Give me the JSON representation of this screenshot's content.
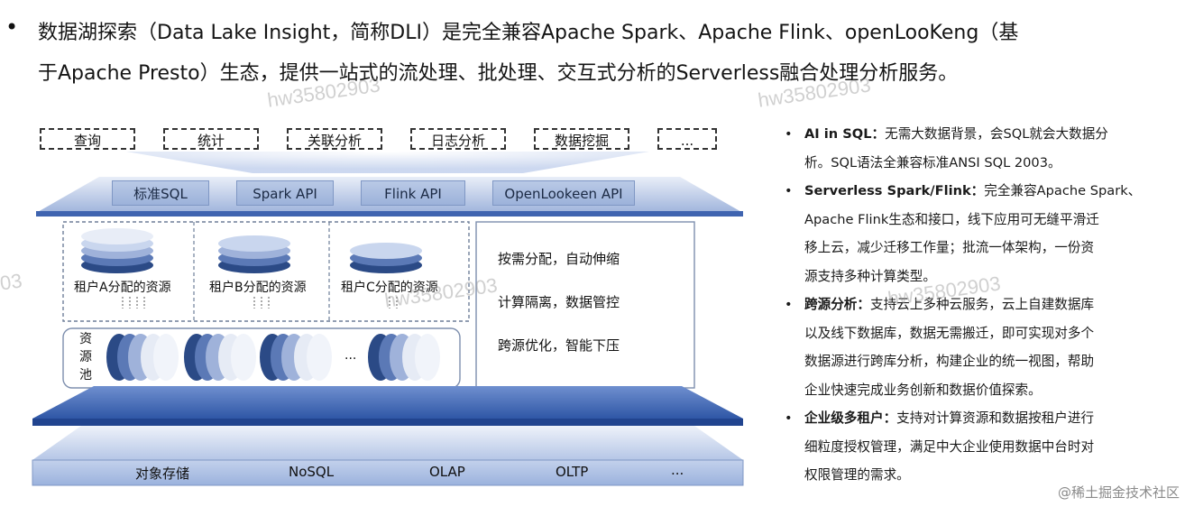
{
  "title": {
    "bullet": "•",
    "line1": "数据湖探索（Data Lake Insight，简称DLI）是完全兼容Apache Spark、Apache Flink、openLooKeng（基",
    "line2": "于Apache Presto）生态，提供一站式的流处理、批处理、交互式分析的Serverless融合处理分析服务。"
  },
  "watermarks": [
    "hw35802903",
    "hw35802903",
    "03",
    "hw35802903",
    "hw35802903"
  ],
  "diagram": {
    "top_items": [
      "查询",
      "统计",
      "关联分析",
      "日志分析",
      "数据挖掘",
      "..."
    ],
    "apis": [
      "标准SQL",
      "Spark API",
      "Flink API",
      "OpenLookeen API"
    ],
    "tenants": [
      "租户A分配的资源",
      "租户B分配的资源",
      "租户C分配的资源"
    ],
    "pool_label": [
      "资",
      "源",
      "池"
    ],
    "pool_ellipsis": "...",
    "features": [
      "按需分配，自动伸缩",
      "计算隔离，数据管控",
      "跨源优化，智能下压"
    ],
    "storage": [
      "对象存储",
      "NoSQL",
      "OLAP",
      "OLTP",
      "..."
    ]
  },
  "bullets": [
    {
      "head": "AI in SQL：",
      "l1": "无需大数据背景，会SQL就会大数据分",
      "rest": [
        "析。SQL语法全兼容标准ANSI SQL 2003。"
      ]
    },
    {
      "head": "Serverless Spark/Flink：",
      "l1": "完全兼容Apache Spark、",
      "rest": [
        "Apache Flink生态和接口，线下应用可无缝平滑迁",
        "移上云，减少迁移工作量；批流一体架构，一份资",
        "源支持多种计算类型。"
      ]
    },
    {
      "head": "跨源分析：",
      "l1": "支持云上多种云服务，云上自建数据库",
      "rest": [
        "以及线下数据库，数据无需搬迁，即可实现对多个",
        "数据源进行跨库分析，构建企业的统一视图，帮助",
        "企业快速完成业务创新和数据价值探索。"
      ]
    },
    {
      "head": "企业级多租户：",
      "l1": "支持对计算资源和数据按租户进行",
      "rest": [
        "细粒度授权管理，满足中大企业使用数据中台时对",
        "权限管理的需求。"
      ]
    }
  ],
  "footer": "@稀土掘金技术社区",
  "colors": {
    "dark_blue": "#2b4a86",
    "mid_blue": "#5b79b6",
    "light_blue": "#c9d6ee",
    "pale": "#e6ebf5"
  }
}
